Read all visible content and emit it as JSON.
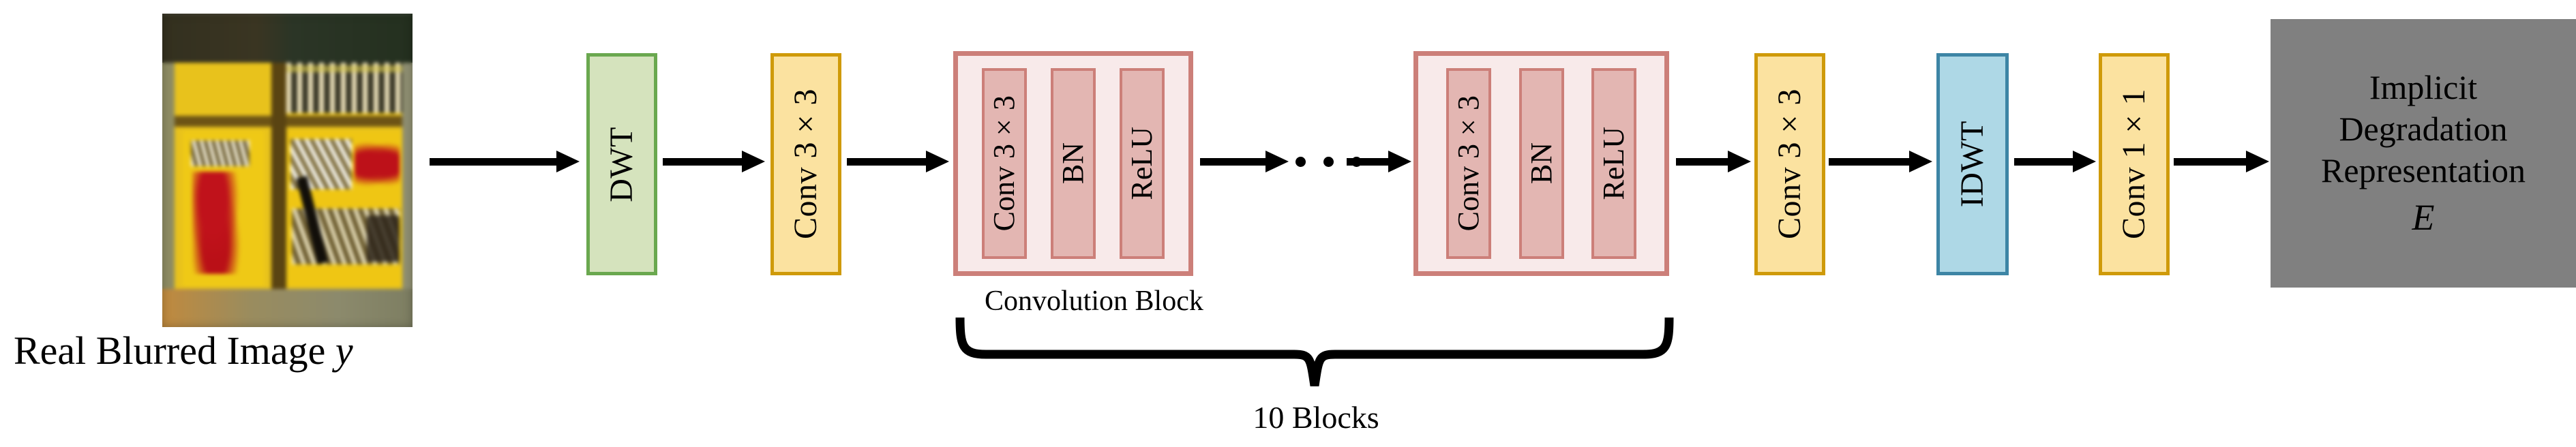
{
  "figure": {
    "input": {
      "image_alt": "blurred-photo-of-yellow-storefront-signboard-with-PC-lettering",
      "caption_text": "Real Blurred Image ",
      "caption_symbol": "y"
    },
    "pipeline": [
      {
        "id": "dwt",
        "label": "DWT",
        "style": "green",
        "icon": "dwt-block"
      },
      {
        "id": "conv33a",
        "label": "Conv 3×3",
        "style": "yellow",
        "icon": "conv-block"
      },
      {
        "id": "convblk1",
        "label": "Convolution Block",
        "style": "convblock",
        "inner": [
          "Conv 3×3",
          "BN",
          "ReLU"
        ]
      },
      {
        "id": "ellipsis",
        "label": "•••",
        "style": "ellipsis"
      },
      {
        "id": "convblk2",
        "label": "Convolution Block",
        "style": "convblock",
        "inner": [
          "Conv 3×3",
          "BN",
          "ReLU"
        ]
      },
      {
        "id": "conv33b",
        "label": "Conv 3×3",
        "style": "yellow",
        "icon": "conv-block"
      },
      {
        "id": "idwt",
        "label": "IDWT",
        "style": "blue",
        "icon": "idwt-block"
      },
      {
        "id": "conv11",
        "label": "Conv 1×1",
        "style": "yellow",
        "icon": "conv-block"
      }
    ],
    "annotations": {
      "convolution_block_label": "Convolution Block",
      "brace_label": "10 Blocks"
    },
    "output": {
      "line1": "Implicit",
      "line2": "Degradation",
      "line3": "Representation",
      "symbol": "E"
    },
    "colors": {
      "background": "#ffffff",
      "dwt_fill": "#d5e3bd",
      "dwt_border": "#6aa84f",
      "conv_fill": "#fbe2a0",
      "conv_border": "#cf9a09",
      "idwt_fill": "#aed8e6",
      "idwt_border": "#3d85a5",
      "convblock_fill": "#f8eaea",
      "convblock_border": "#cc7f79",
      "convblock_inner_fill": "#e3b6b2",
      "output_fill": "#808080",
      "arrow": "#000000",
      "text": "#000000"
    }
  }
}
